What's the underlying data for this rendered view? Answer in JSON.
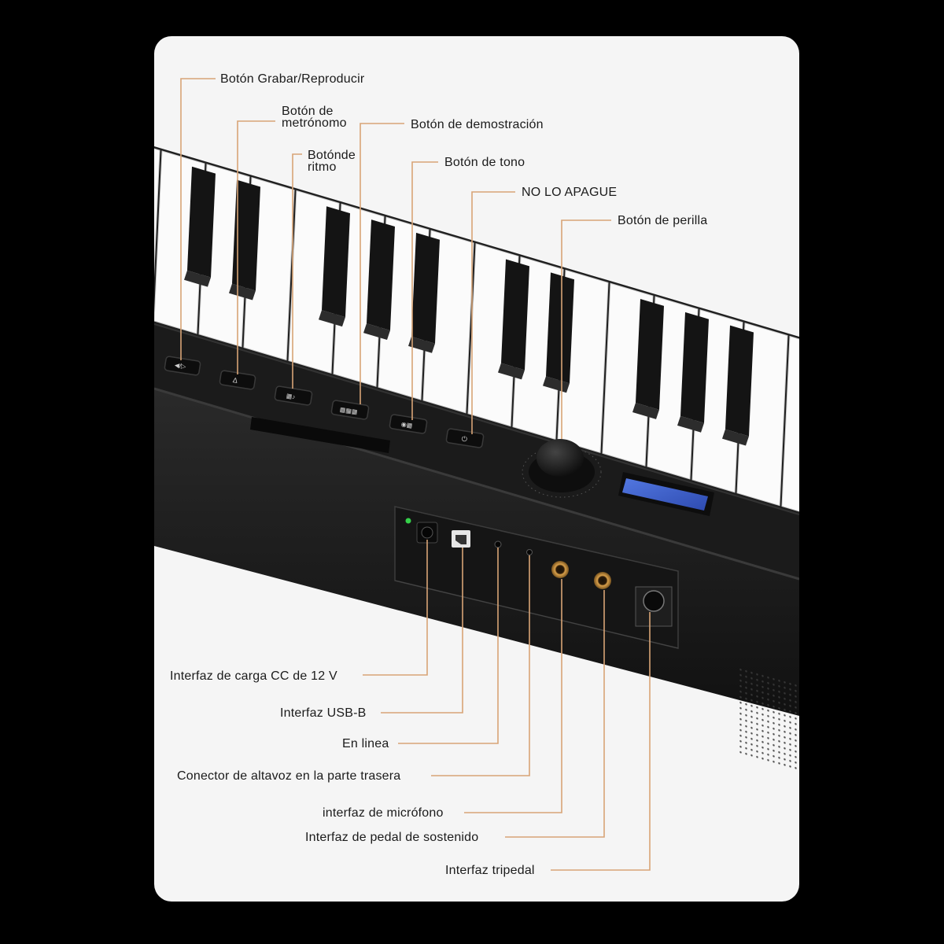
{
  "colors": {
    "background": "#000000",
    "panel": "#f5f5f5",
    "callout_line": "#d8a476",
    "keyboard_body": "#1a1a1a",
    "lcd": "#3d5ec9",
    "power_led": "#35d14a"
  },
  "top_callouts": [
    {
      "id": "record",
      "text": "Botón Grabar/Reproducir"
    },
    {
      "id": "metronome",
      "text": "Botón de metrónomo"
    },
    {
      "id": "rhythm",
      "text": "Botónde ritmo"
    },
    {
      "id": "demo",
      "text": "Botón de demostración"
    },
    {
      "id": "tone",
      "text": "Botón de tono"
    },
    {
      "id": "power",
      "text": "NO LO APAGUE"
    },
    {
      "id": "knob",
      "text": "Botón de perilla"
    }
  ],
  "bottom_callouts": [
    {
      "id": "dc-in",
      "text": "Interfaz de carga CC de 12 V"
    },
    {
      "id": "usb-b",
      "text": "Interfaz USB-B"
    },
    {
      "id": "line-in",
      "text": "En linea"
    },
    {
      "id": "speaker-out",
      "text": "Conector de altavoz en la parte trasera"
    },
    {
      "id": "mic",
      "text": "interfaz de micrófono"
    },
    {
      "id": "sustain",
      "text": "Interfaz de pedal de sostenido"
    },
    {
      "id": "tripedal",
      "text": "Interfaz tripedal"
    }
  ]
}
